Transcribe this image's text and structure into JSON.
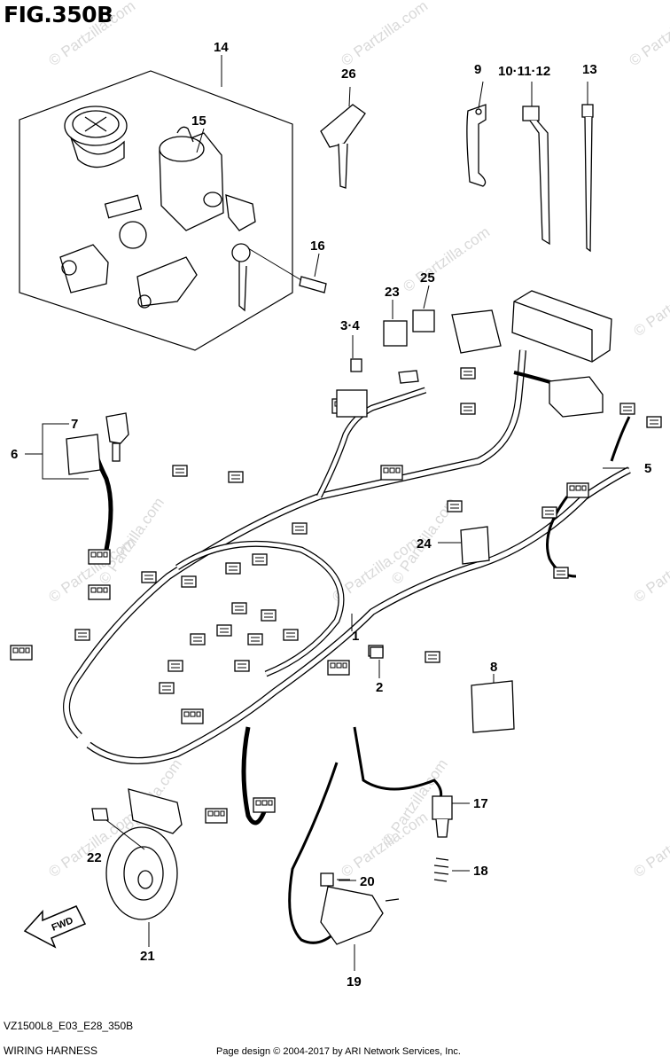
{
  "figure": {
    "title": "FIG.350B",
    "code": "VZ1500L8_E03_E28_350B",
    "name": "WIRING HARNESS",
    "copyright": "Page design © 2004-2017 by ARI Network Services, Inc."
  },
  "watermark": "© Partzilla.com",
  "fwd_label": "FWD",
  "callouts": {
    "c1": "1",
    "c2": "2",
    "c3_4": "3·4",
    "c5": "5",
    "c6": "6",
    "c7": "7",
    "c8": "8",
    "c9": "9",
    "c10_11_12": "10·11·12",
    "c13": "13",
    "c14": "14",
    "c15": "15",
    "c16": "16",
    "c17": "17",
    "c18": "18",
    "c19": "19",
    "c20": "20",
    "c21": "21",
    "c22": "22",
    "c23": "23",
    "c24": "24",
    "c25": "25",
    "c26": "26"
  }
}
